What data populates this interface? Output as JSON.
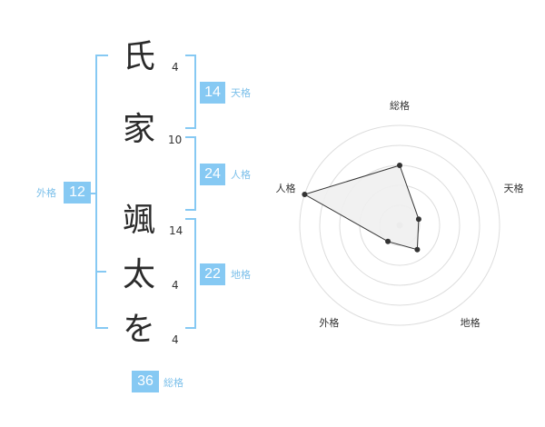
{
  "name_chars": [
    {
      "char": "氏",
      "strokes": "4"
    },
    {
      "char": "家",
      "strokes": "10"
    },
    {
      "char": "颯",
      "strokes": "14"
    },
    {
      "char": "太",
      "strokes": "4"
    },
    {
      "char": "を",
      "strokes": "4"
    }
  ],
  "fortunes": {
    "tenkaku": {
      "value": "14",
      "label": "天格"
    },
    "jinkaku": {
      "value": "24",
      "label": "人格"
    },
    "chikaku": {
      "value": "22",
      "label": "地格"
    },
    "gaikaku": {
      "value": "12",
      "label": "外格"
    },
    "soukaku": {
      "value": "36",
      "label": "総格"
    }
  },
  "chart_data": {
    "type": "radar",
    "axes": [
      "総格",
      "天格",
      "地格",
      "外格",
      "人格"
    ],
    "values": [
      3,
      1,
      1.5,
      1,
      5
    ],
    "max": 5,
    "grid_rings": 5,
    "colors": {
      "fill": "#f0f0f0",
      "line": "#333333",
      "grid": "#dddddd",
      "center": "#cccccc"
    }
  }
}
